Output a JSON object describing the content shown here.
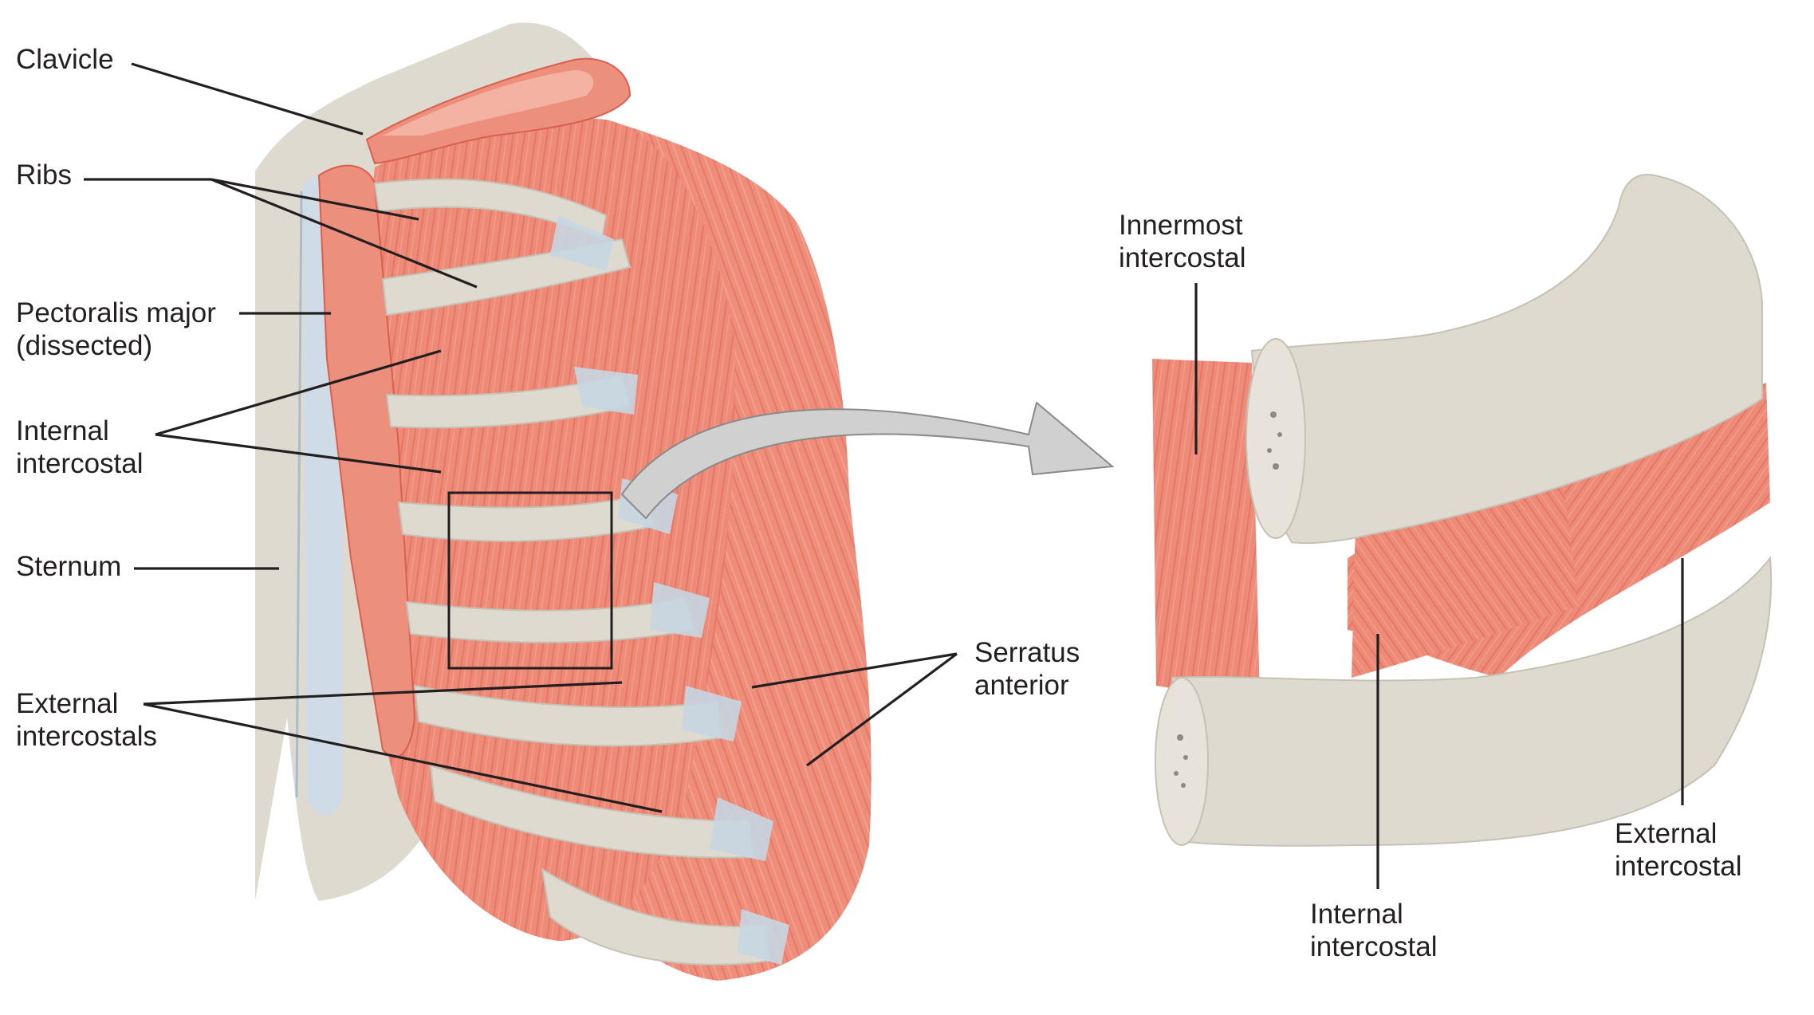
{
  "labels": {
    "clavicle": "Clavicle",
    "ribs": "Ribs",
    "pectoralis_line1": "Pectoralis major",
    "pectoralis_line2": "(dissected)",
    "internal_left_line1": "Internal",
    "internal_left_line2": "intercostal",
    "sternum": "Sternum",
    "external_left_line1": "External",
    "external_left_line2": "intercostals",
    "serratus_line1": "Serratus",
    "serratus_line2": "anterior",
    "innermost_line1": "Innermost",
    "innermost_line2": "intercostal",
    "internal_right_line1": "Internal",
    "internal_right_line2": "intercostal",
    "external_right_line1": "External",
    "external_right_line2": "intercostal"
  },
  "colors": {
    "muscle": "#ee8a78",
    "muscle_dark": "#d9604f",
    "bone": "#dedad0",
    "bone_shadow": "#c6c1b4",
    "tendon": "#c7d6e2",
    "line": "#231f20",
    "arrow": "#d0d0d0"
  }
}
